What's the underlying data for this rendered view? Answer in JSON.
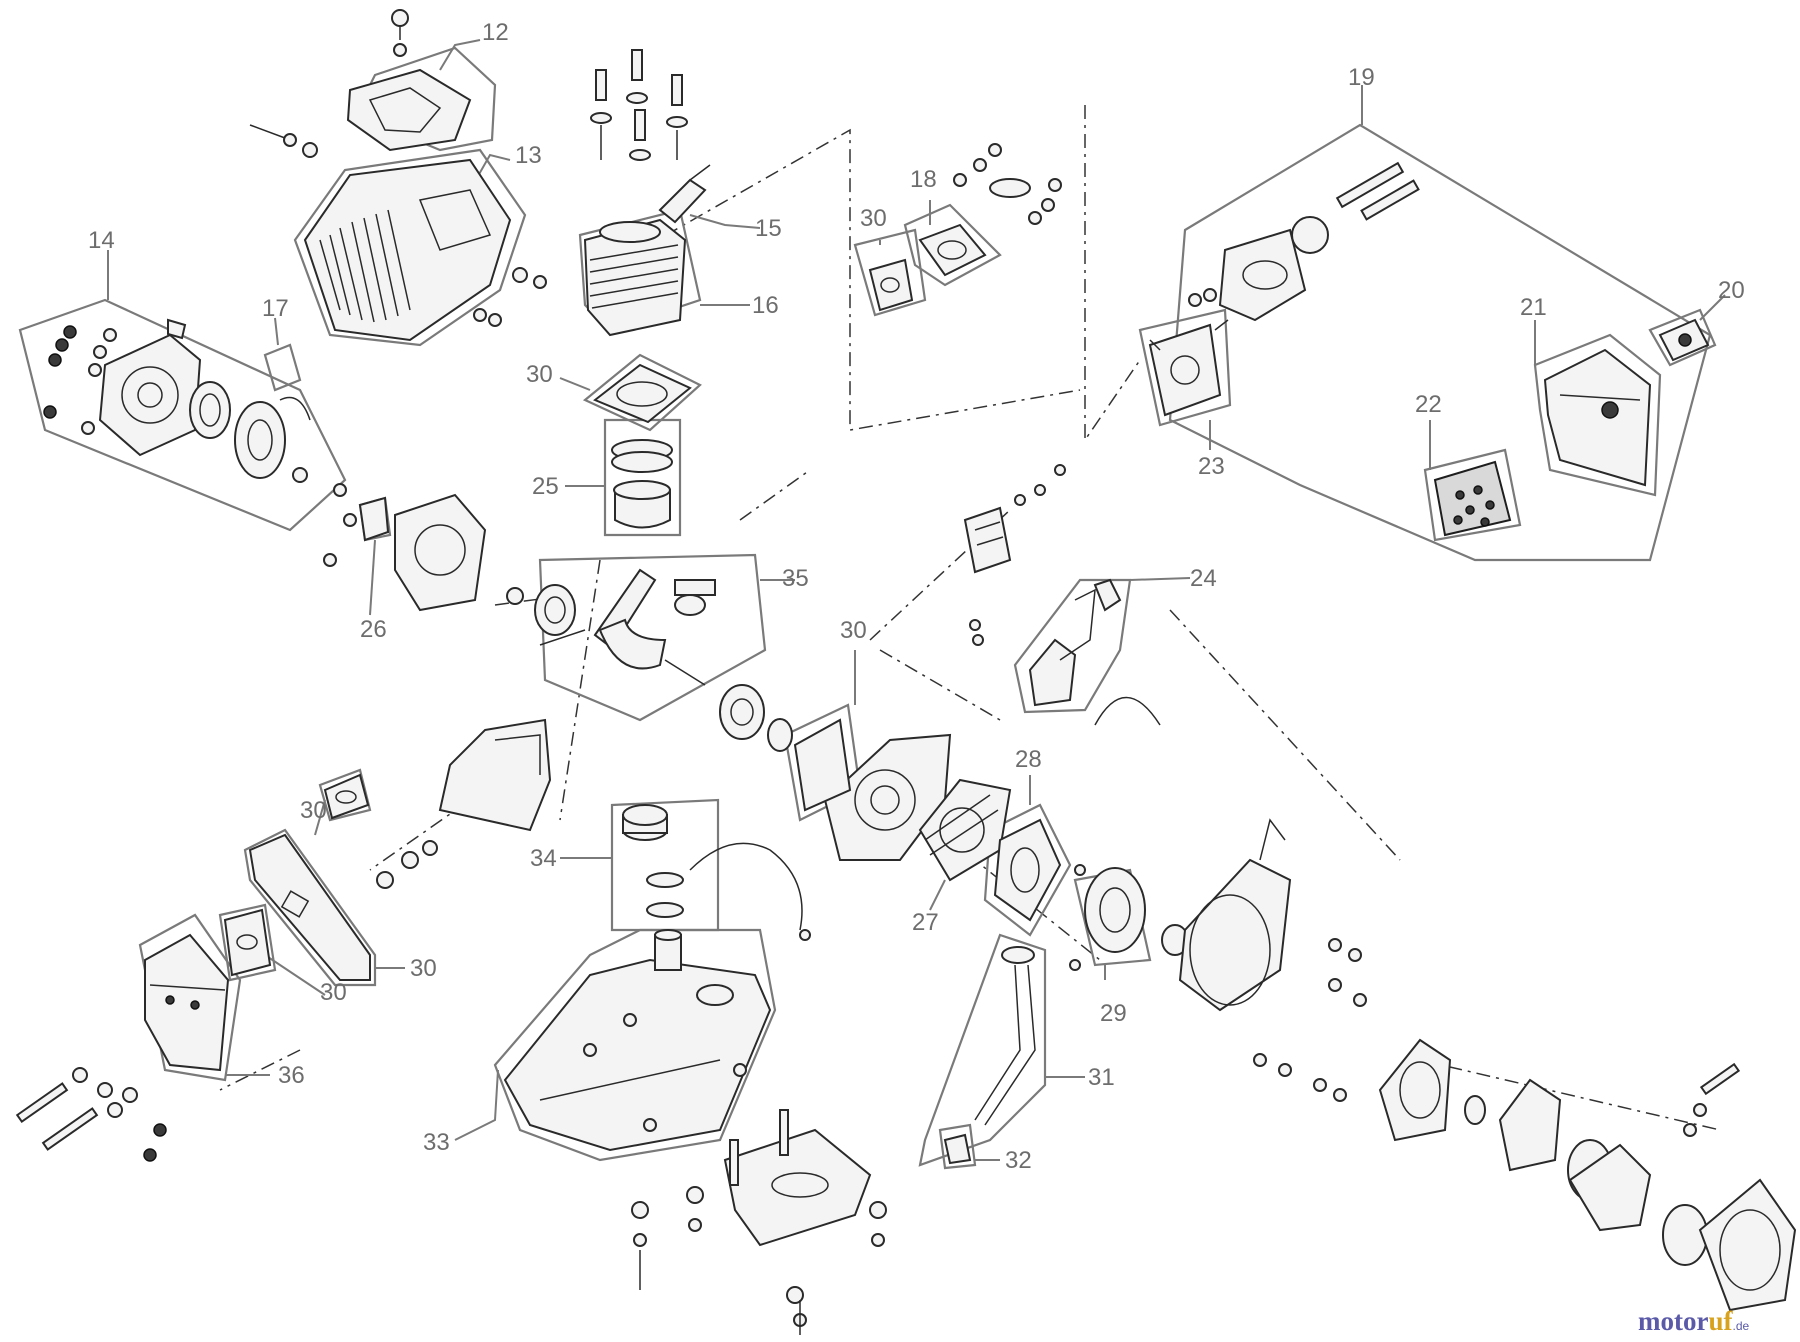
{
  "callouts": {
    "c12": "12",
    "c13": "13",
    "c14": "14",
    "c15": "15",
    "c16": "16",
    "c17": "17",
    "c18": "18",
    "c19": "19",
    "c20": "20",
    "c21": "21",
    "c22": "22",
    "c23": "23",
    "c24": "24",
    "c25": "25",
    "c26": "26",
    "c27": "27",
    "c28": "28",
    "c29": "29",
    "c31": "31",
    "c32": "32",
    "c33": "33",
    "c34": "34",
    "c35": "35",
    "c36": "36",
    "c30a": "30",
    "c30b": "30",
    "c30c": "30",
    "c30d": "30",
    "c30e": "30",
    "c30f": "30"
  },
  "brand": {
    "name_left": "motor",
    "name_right": "uf",
    "tld": ".de"
  }
}
